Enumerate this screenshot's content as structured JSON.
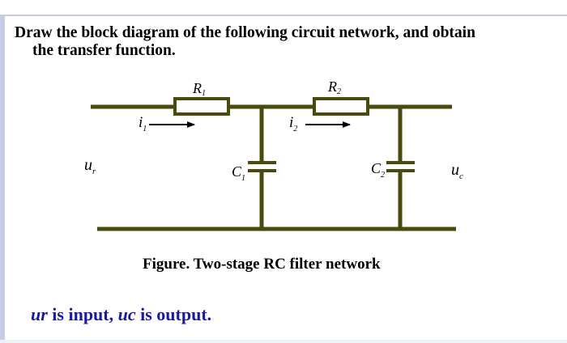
{
  "question": {
    "line1": "Draw the block diagram of the following circuit network, and obtain",
    "line2": "the transfer function."
  },
  "circuit": {
    "r1": {
      "base": "R",
      "sub": "1"
    },
    "r2": {
      "base": "R",
      "sub": "2"
    },
    "c1": {
      "base": "C",
      "sub": "1"
    },
    "c2": {
      "base": "C",
      "sub": "2"
    },
    "i1": {
      "base": "i",
      "sub": "1"
    },
    "i2": {
      "base": "i",
      "sub": "2"
    },
    "ur": {
      "base": "u",
      "sub": "r"
    },
    "uc": {
      "base": "u",
      "sub": "c"
    },
    "wire_color": "#4a4a0c"
  },
  "caption": "Figure. Two-stage RC filter network",
  "note": {
    "input_var": "ur",
    "text1": " is input, ",
    "output_var": "uc",
    "text2": " is output."
  }
}
